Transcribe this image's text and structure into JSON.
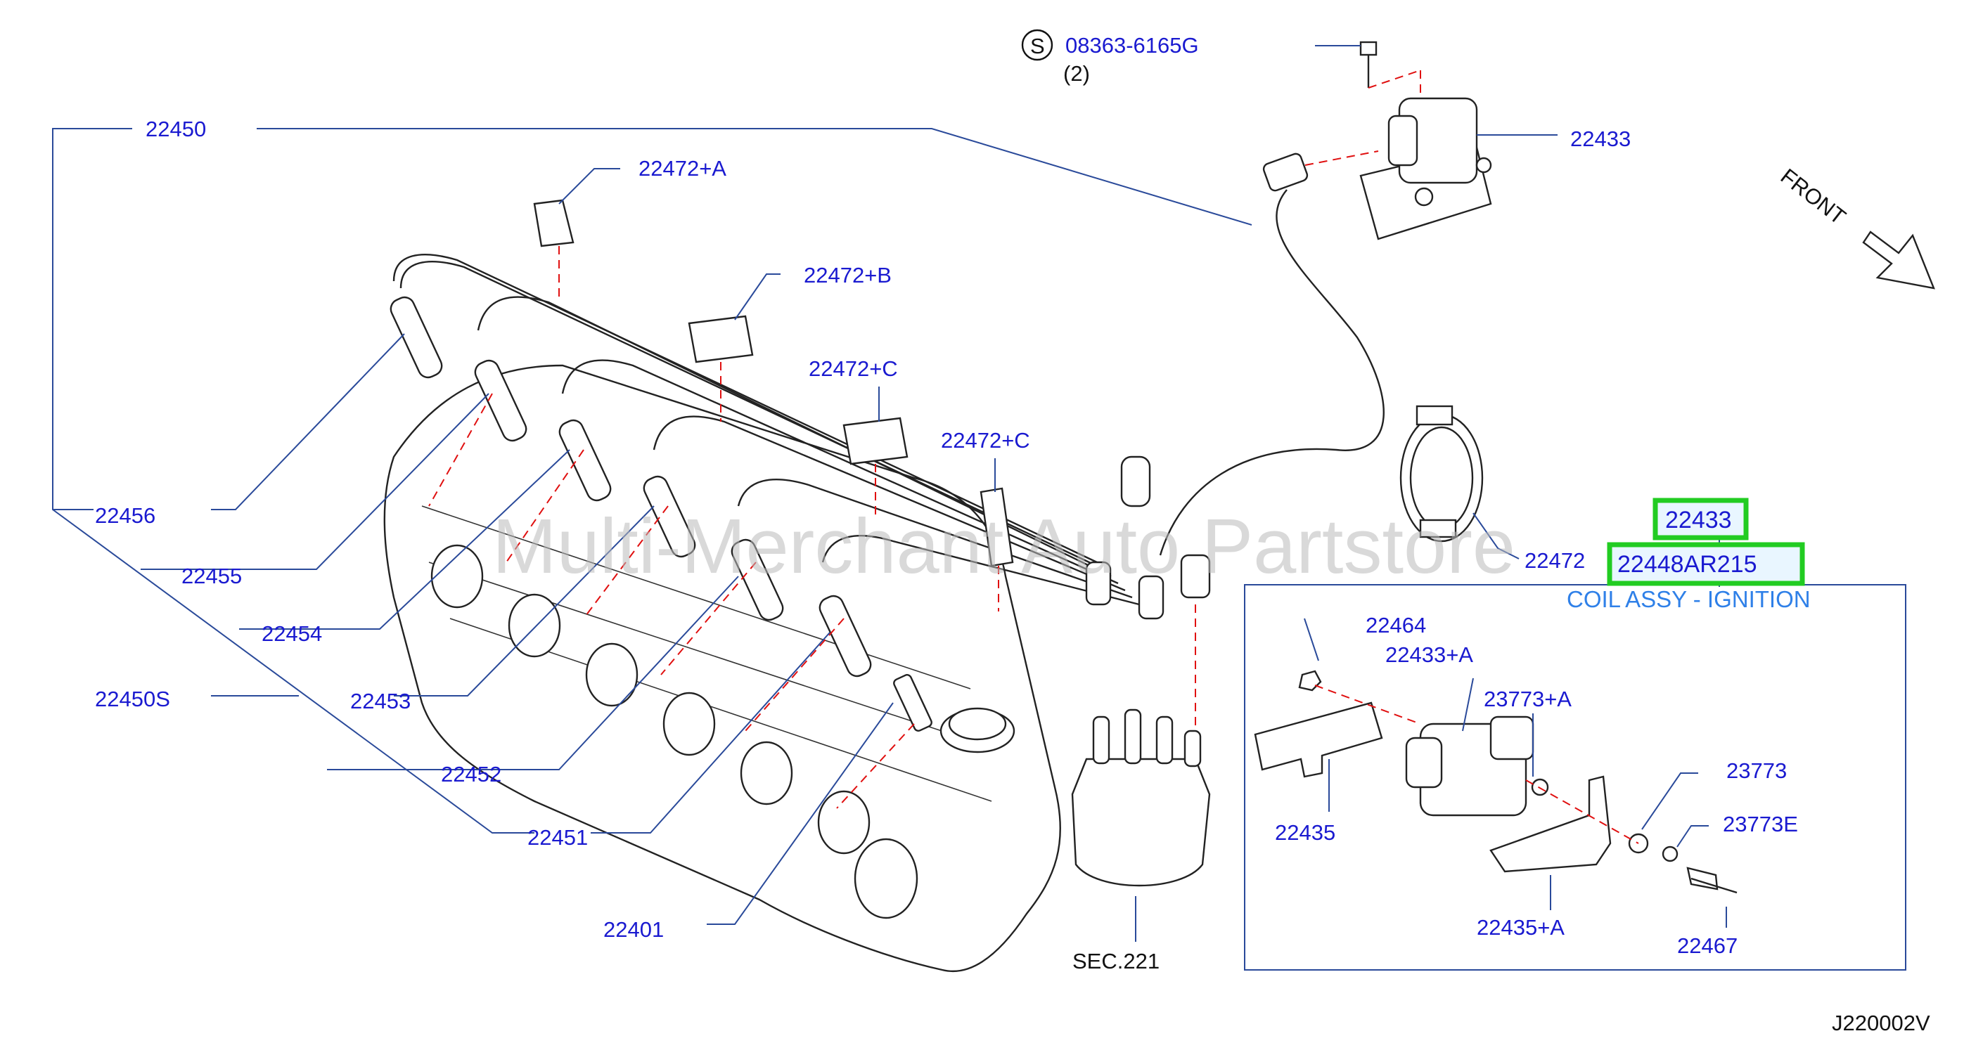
{
  "diagram": {
    "code": "J220002V",
    "watermark": "Multi-Merchant Auto Partstore",
    "direction_label": "FRONT",
    "screw": {
      "symbol": "S",
      "number": "08363-6165G",
      "quantity": "(2)"
    },
    "labels": {
      "p22450": "22450",
      "p22433_top": "22433",
      "p22472_a": "22472+A",
      "p22472_b": "22472+B",
      "p22472_c1": "22472+C",
      "p22472_c2": "22472+C",
      "p22456": "22456",
      "p22455": "22455",
      "p22454": "22454",
      "p22450s": "22450S",
      "p22453": "22453",
      "p22452": "22452",
      "p22451": "22451",
      "p22401": "22401",
      "sec221": "SEC.221",
      "p22472": "22472",
      "p22464": "22464",
      "p22433_a": "22433+A",
      "p23773_a": "23773+A",
      "p23773": "23773",
      "p23773e": "23773E",
      "p22435": "22435",
      "p22435_a": "22435+A",
      "p22467": "22467"
    },
    "highlight": {
      "part": "22433",
      "part_number": "22448AR215",
      "description": "COIL ASSY - IGNITION"
    }
  }
}
